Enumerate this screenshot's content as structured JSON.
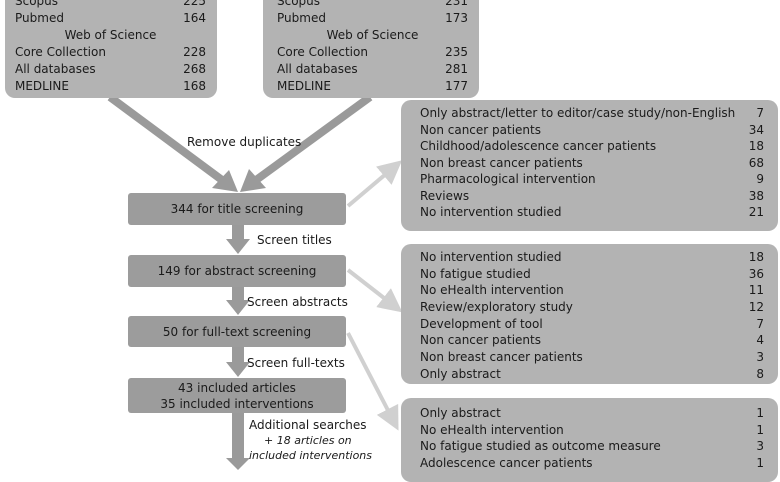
{
  "source_boxes": [
    {
      "rows": [
        {
          "label": "Scopus",
          "value": "225"
        },
        {
          "label": "Pubmed",
          "value": "164"
        },
        {
          "label": "Web of Science",
          "value": "",
          "center": true
        },
        {
          "label": "Core Collection",
          "value": "228"
        },
        {
          "label": "All databases",
          "value": "268"
        },
        {
          "label": "MEDLINE",
          "value": "168"
        }
      ]
    },
    {
      "rows": [
        {
          "label": "Scopus",
          "value": "231"
        },
        {
          "label": "Pubmed",
          "value": "173"
        },
        {
          "label": "Web of Science",
          "value": "",
          "center": true
        },
        {
          "label": "Core Collection",
          "value": "235"
        },
        {
          "label": "All databases",
          "value": "281"
        },
        {
          "label": "MEDLINE",
          "value": "177"
        }
      ]
    }
  ],
  "flow": {
    "remove_duplicates": "Remove duplicates",
    "stages": [
      {
        "lines": [
          "344 for title screening"
        ]
      },
      {
        "lines": [
          "149 for abstract screening"
        ]
      },
      {
        "lines": [
          "50 for full-text screening"
        ]
      },
      {
        "lines": [
          "43 included articles",
          "35 included interventions"
        ]
      }
    ],
    "steps": [
      "Screen titles",
      "Screen abstracts",
      "Screen full-texts"
    ],
    "additional": {
      "title": "Additional searches",
      "line1": "+ 18 articles on",
      "line2": "included interventions"
    }
  },
  "exclusion_boxes": [
    {
      "rows": [
        {
          "label": "Only abstract/letter to editor/case study/non-English",
          "value": "7"
        },
        {
          "label": "Non cancer patients",
          "value": "34"
        },
        {
          "label": "Childhood/adolescence cancer patients",
          "value": "18"
        },
        {
          "label": "Non breast cancer patients",
          "value": "68"
        },
        {
          "label": "Pharmacological intervention",
          "value": "9"
        },
        {
          "label": "Reviews",
          "value": "38"
        },
        {
          "label": "No intervention studied",
          "value": "21"
        }
      ]
    },
    {
      "rows": [
        {
          "label": "No intervention studied",
          "value": "18"
        },
        {
          "label": "No fatigue studied",
          "value": "36"
        },
        {
          "label": "No eHealth intervention",
          "value": "11"
        },
        {
          "label": "Review/exploratory study",
          "value": "12"
        },
        {
          "label": "Development of tool",
          "value": "7"
        },
        {
          "label": "Non cancer patients",
          "value": "4"
        },
        {
          "label": "Non breast cancer patients",
          "value": "3"
        },
        {
          "label": "Only abstract",
          "value": "8"
        }
      ]
    },
    {
      "rows": [
        {
          "label": "Only abstract",
          "value": "1"
        },
        {
          "label": "No eHealth intervention",
          "value": "1"
        },
        {
          "label": "No fatigue studied as outcome measure",
          "value": "3"
        },
        {
          "label": "Adolescence cancer patients",
          "value": "1"
        }
      ]
    }
  ],
  "colors": {
    "box": "#b3b3b3",
    "stage": "#9c9c9c",
    "arrow_dark": "#999999",
    "arrow_light": "#d0d0d0"
  }
}
